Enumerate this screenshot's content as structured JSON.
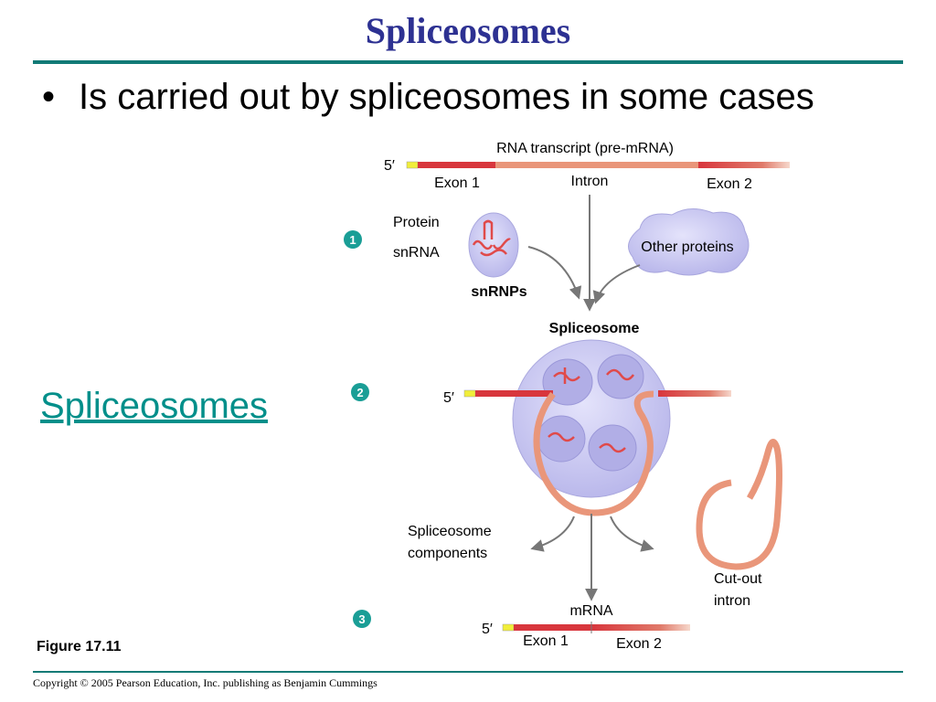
{
  "slide": {
    "title": "Spliceosomes",
    "bullet": "Is carried out by spliceosomes in some cases",
    "bullet_marker": "•",
    "link": "Spliceosomes",
    "figure_label": "Figure 17.11",
    "copyright": "Copyright © 2005 Pearson Education, Inc. publishing as Benjamin Cummings"
  },
  "diagram": {
    "pre_mrna_label": "RNA transcript (pre-mRNA)",
    "five_prime": "5′",
    "exon1": "Exon 1",
    "intron": "Intron",
    "exon2": "Exon 2",
    "protein": "Protein",
    "snrna": "snRNA",
    "snrnps": "snRNPs",
    "other_proteins": "Other proteins",
    "spliceosome": "Spliceosome",
    "spliceosome_components_1": "Spliceosome",
    "spliceosome_components_2": "components",
    "cut_out_1": "Cut-out",
    "cut_out_2": "intron",
    "mrna": "mRNA",
    "steps": [
      "1",
      "2",
      "3"
    ],
    "colors": {
      "exon": "#d8363d",
      "intron": "#e9967a",
      "cap": "#f1ee3a",
      "spliceosome": "#c9c8ef",
      "step_badge": "#1a9e96",
      "title": "#2d3192",
      "rule": "#127a76"
    }
  }
}
